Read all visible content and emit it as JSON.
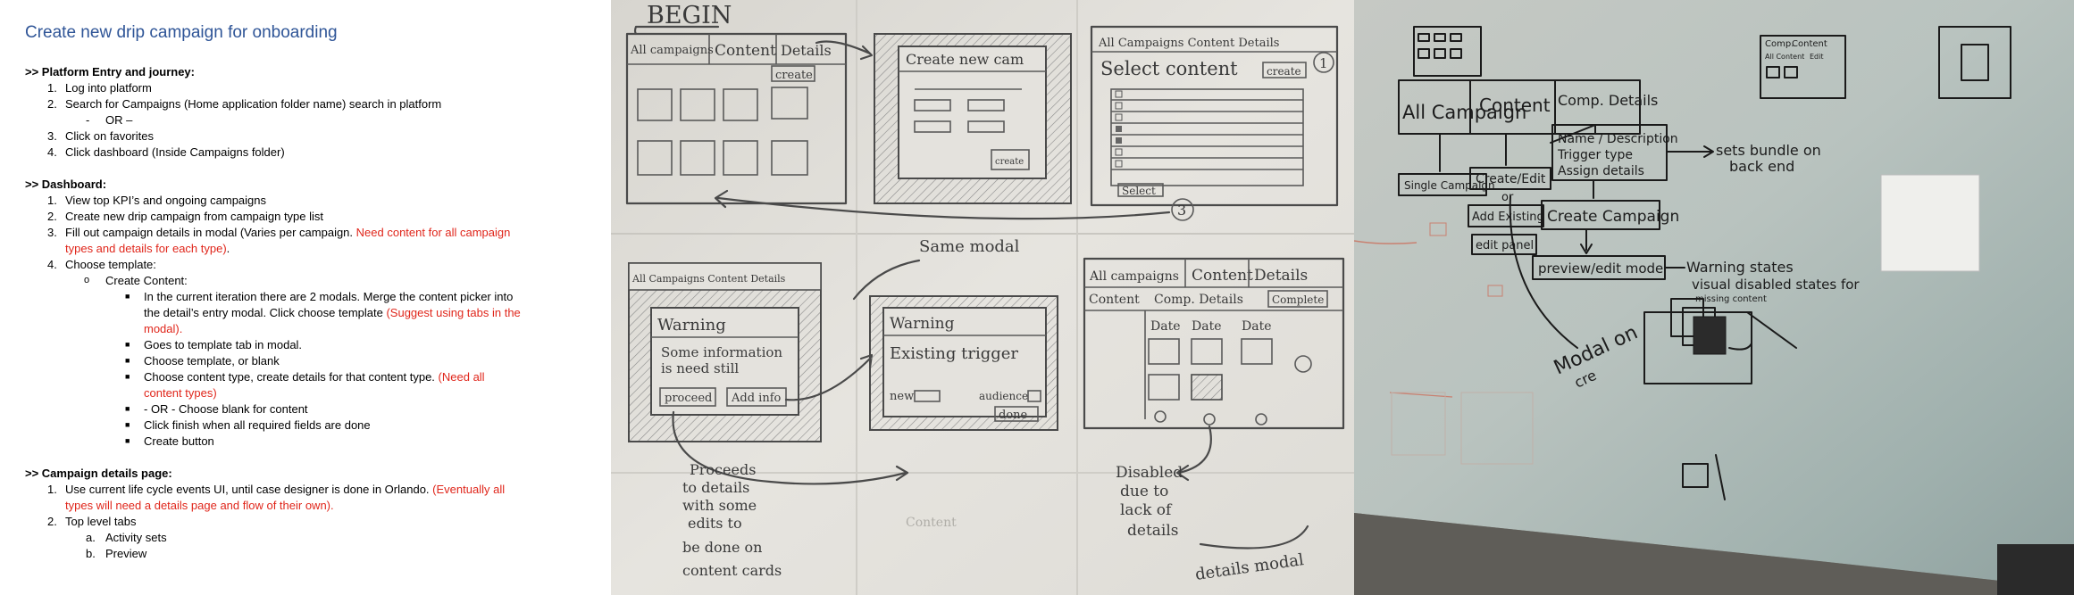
{
  "doc": {
    "title": "Create new drip campaign for onboarding",
    "section1": {
      "heading": ">> Platform Entry and journey:",
      "items": [
        "Log into platform",
        "Search for Campaigns (Home application folder name) search in platform",
        "OR –",
        "Click on favorites",
        "Click dashboard (Inside Campaigns folder)"
      ]
    },
    "section2": {
      "heading": ">> Dashboard:",
      "items": [
        "View top KPI’s and ongoing campaigns",
        "Create new drip campaign from campaign type list",
        "Fill out campaign details in modal (Varies per campaign.",
        "Need content for all campaign",
        "types and details for each type)",
        ".",
        "Choose template:",
        "Create Content:",
        "In the current iteration there are 2 modals. Merge the content picker into",
        "the detail’s entry modal. Click choose template",
        "(Suggest using tabs in the",
        "modal).",
        "Goes to template tab in modal.",
        "Choose template, or blank",
        "Choose content type, create details for that content type.",
        "(Need all",
        "content types)",
        "- OR - Choose blank for content",
        "Click finish when all required fields are done",
        "Create button"
      ]
    },
    "section3": {
      "heading": ">> Campaign details page:",
      "items": [
        "Use current life cycle events UI, until case designer is done in Orlando.",
        "(Eventually all",
        "types will need a details page and flow of their own).",
        "Top level tabs",
        "Activity sets",
        "Preview"
      ]
    },
    "markers": [
      "1.",
      "2.",
      "3.",
      "4.",
      "-",
      "o",
      "a.",
      "b."
    ]
  },
  "sketch": {
    "begin": "BEGIN",
    "tabs": [
      "All campaigns",
      "Content",
      "Details"
    ],
    "create": "create",
    "create_new": "Create new cam",
    "all_content_details": "All Campaigns Content Details",
    "select_content": "Select content",
    "select": "Select",
    "circle1": "1",
    "circle3": "3",
    "same_modal": "Same modal",
    "warning": "Warning",
    "some_info": [
      "Some information",
      "is need still"
    ],
    "proceed": "proceed",
    "add_info": "Add info",
    "existing_trigger": "Existing trigger",
    "new": "new",
    "audience": "audience",
    "done": "done",
    "comp_details": [
      "Content",
      "Comp. Details"
    ],
    "complete": "Complete",
    "date": "Date",
    "proceeds_note": [
      "Proceeds",
      "to details",
      "with some",
      "edits to",
      "be done on",
      "content cards"
    ],
    "content_faint": "Content",
    "disabled_note": [
      "Disabled",
      "due to",
      "lack of",
      "details"
    ],
    "details_modal": "details modal"
  },
  "whiteboard": {
    "all_campaign": "All Campaign",
    "content": "Content",
    "comp_details": "Comp. Details",
    "single_campaign": "Single Campaign",
    "create_edit": "Create/Edit",
    "or": "or",
    "add_existing": "Add Existing",
    "edit_panel": "edit panel",
    "name_desc": [
      "Name / Description",
      "Trigger type",
      "Assign details"
    ],
    "sets_bundle": [
      "sets bundle on",
      "back end"
    ],
    "create_campaign": "Create Campaign",
    "preview_edit": "preview/edit mode",
    "warning_states": [
      "Warning states",
      "visual disabled states for",
      "missing content"
    ],
    "modal_on": [
      "Modal on",
      "cre"
    ],
    "corner_tabs": [
      "Comp.",
      "Content",
      "All Content",
      "Edit"
    ]
  }
}
